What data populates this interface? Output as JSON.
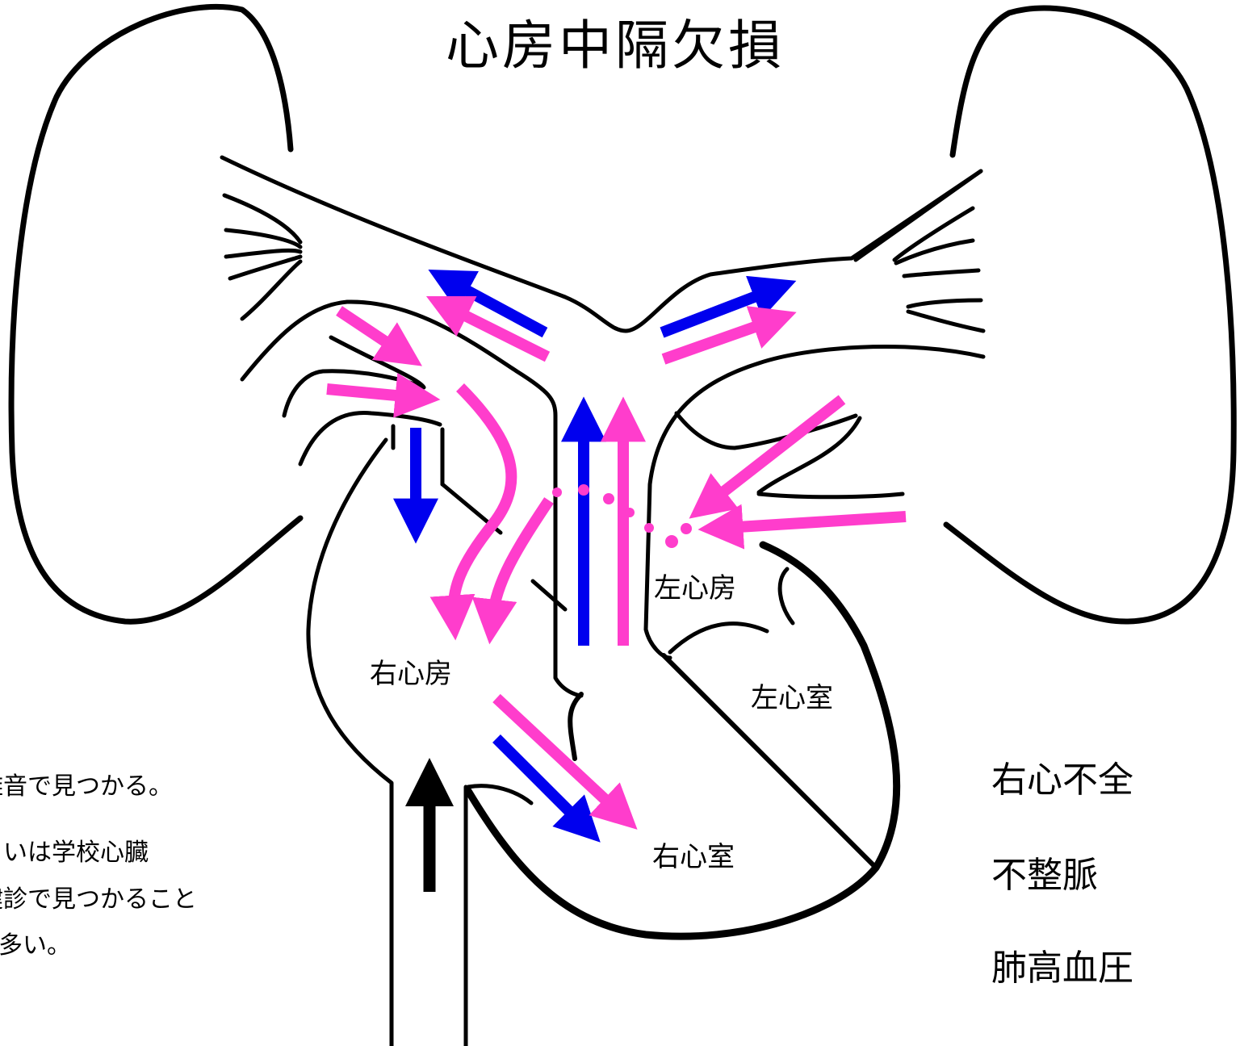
{
  "title": "心房中隔欠損",
  "labels": {
    "left_atrium": "左心房",
    "right_atrium": "右心房",
    "left_ventricle": "左心室",
    "right_ventricle": "右心室"
  },
  "conditions": [
    "右心不全",
    "不整脈",
    "肺高血圧"
  ],
  "notes": [
    "雑音で見つかる。",
    "あるいは学校心臓",
    "健診で見つかること",
    "が多い。"
  ],
  "colors": {
    "outline": "#000000",
    "oxygenated_flow": "#ff3dcc",
    "deoxygenated_flow": "#0000ee",
    "venous_return_arrow": "#000000"
  }
}
